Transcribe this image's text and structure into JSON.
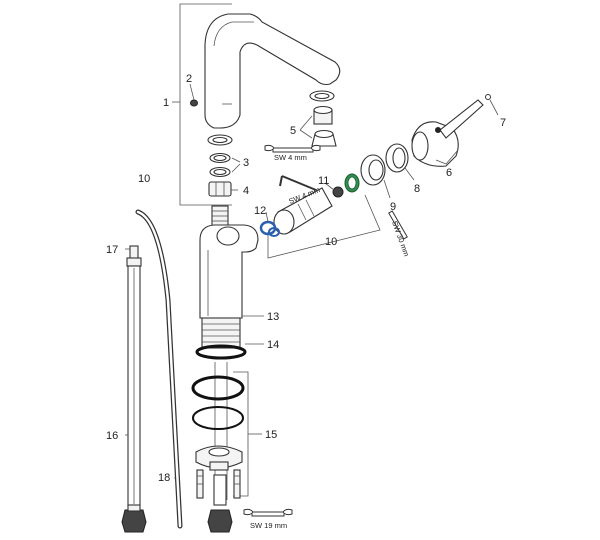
{
  "callouts": {
    "c1": "1",
    "c2": "2",
    "c3": "3",
    "c4": "4",
    "c5": "5",
    "c6": "6",
    "c7": "7",
    "c8": "8",
    "c9": "9",
    "c10_left": "10",
    "c10_bottom": "10",
    "c11": "11",
    "c12": "12",
    "c13": "13",
    "c14": "14",
    "c15": "15",
    "c16": "16",
    "c17": "17",
    "c18": "18"
  },
  "tools": {
    "wrench_sw4_aerator": "SW 4 mm",
    "wrench_sw4_cartridge": "SW 4 mm",
    "wrench_sw30": "SW 30 mm",
    "wrench_sw19": "SW 19 mm"
  },
  "colors": {
    "seal_green": "#2f8f4e",
    "seal_blue": "#2a5fb0",
    "line": "#555555",
    "metal": "#f4f4f4"
  },
  "icons": [
    "wrench-icon",
    "hex-key-icon"
  ]
}
